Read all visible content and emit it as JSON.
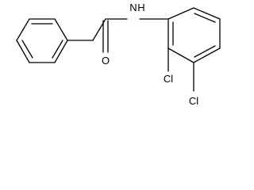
{
  "molecule": {
    "atoms": {
      "amine": "N",
      "amine_h": "H",
      "carbonyl_o": "O",
      "chloro_1": "Cl",
      "chloro_2": "Cl"
    },
    "colors": {
      "bond": "#000000",
      "label": "#000000",
      "background": "#ffffff"
    }
  }
}
